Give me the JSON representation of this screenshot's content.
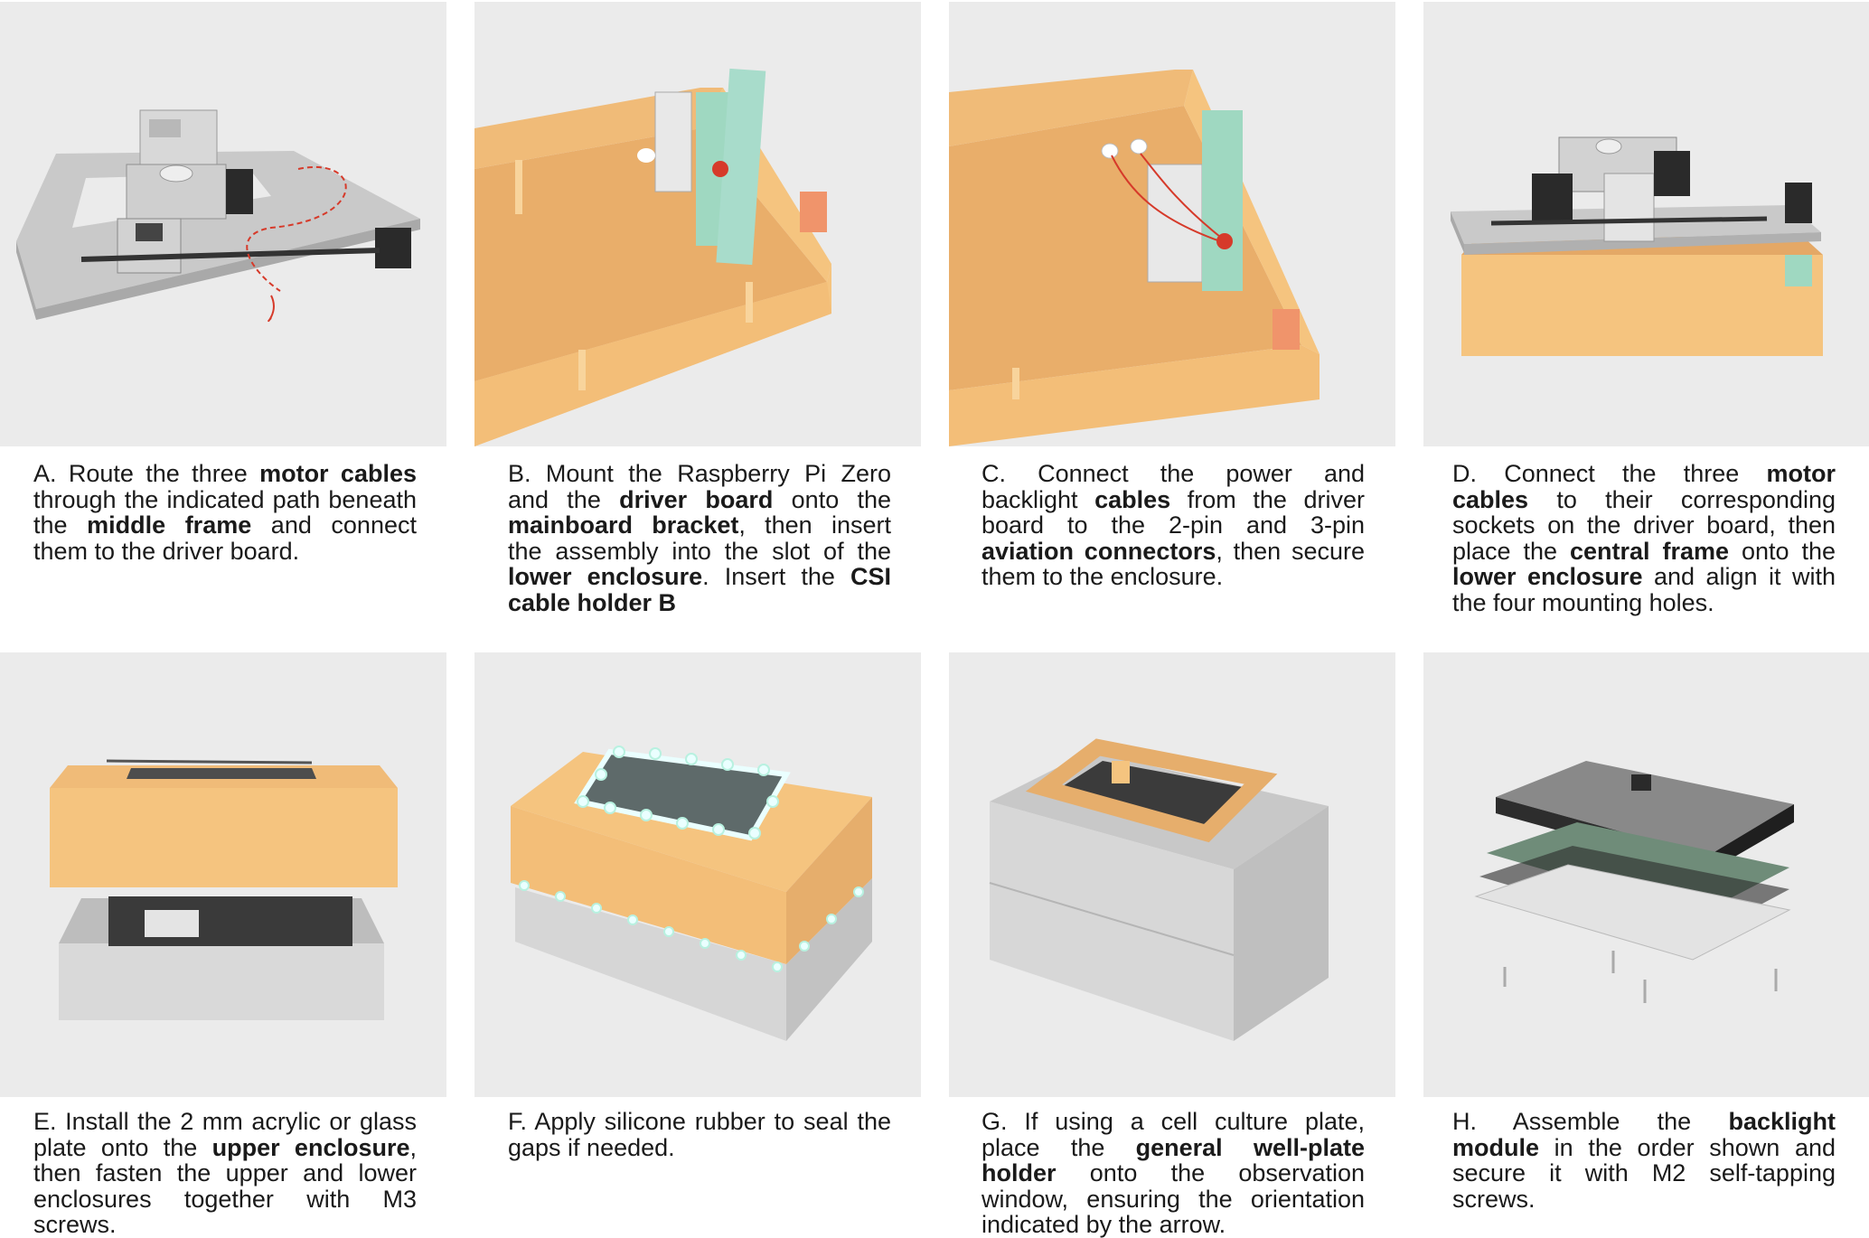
{
  "steps": [
    {
      "letter": "A",
      "parts": [
        ". Route the three ",
        {
          "b": "motor cables"
        },
        " through the indicated path beneath the ",
        {
          "b": "middle frame"
        },
        " and connect them to the driver board."
      ]
    },
    {
      "letter": "B",
      "parts": [
        ". Mount the Raspberry Pi Zero and the ",
        {
          "b": "driver board"
        },
        " onto the ",
        {
          "b": "mainboard bracket"
        },
        ", then insert the assembly into the slot of the ",
        {
          "b": "lower enclosure"
        },
        ". Insert the ",
        {
          "b": "CSI cable holder B"
        }
      ]
    },
    {
      "letter": "C",
      "parts": [
        ". Connect the power and backlight ",
        {
          "b": "cables"
        },
        " from the driver board to the 2-pin and 3-pin ",
        {
          "b": "aviation connectors"
        },
        ", then secure them to the enclosure."
      ]
    },
    {
      "letter": "D",
      "parts": [
        ". Connect the three ",
        {
          "b": "motor cables"
        },
        " to their corresponding sockets on the driver board, then place the ",
        {
          "b": "central frame"
        },
        " onto the ",
        {
          "b": "lower enclosure"
        },
        " and align it with the four mounting holes."
      ]
    },
    {
      "letter": "E",
      "parts": [
        ". Install the 2 mm acrylic or glass plate onto the ",
        {
          "b": "upper enclosure"
        },
        ", then fasten the upper and lower enclosures together with M3 screws."
      ]
    },
    {
      "letter": "F",
      "parts": [
        ". Apply silicone rubber to seal the gaps if needed."
      ]
    },
    {
      "letter": "G",
      "parts": [
        ". If using a cell culture plate, place the ",
        {
          "b": "general well-plate holder"
        },
        " onto the observation window, ensuring the orientation indicated by the arrow."
      ]
    },
    {
      "letter": "H",
      "parts": [
        ". Assemble the ",
        {
          "b": "backlight module"
        },
        " in the order shown and secure it with M2 self-tapping screws."
      ]
    }
  ],
  "colors": {
    "panel_bg": "#ebebeb",
    "enclosure_orange": "#f5c47f",
    "enclosure_grey": "#d6d6d6",
    "cable_red": "#d63a2a",
    "pcb_green": "#9fd8c1",
    "led_glow": "#eaffff"
  }
}
